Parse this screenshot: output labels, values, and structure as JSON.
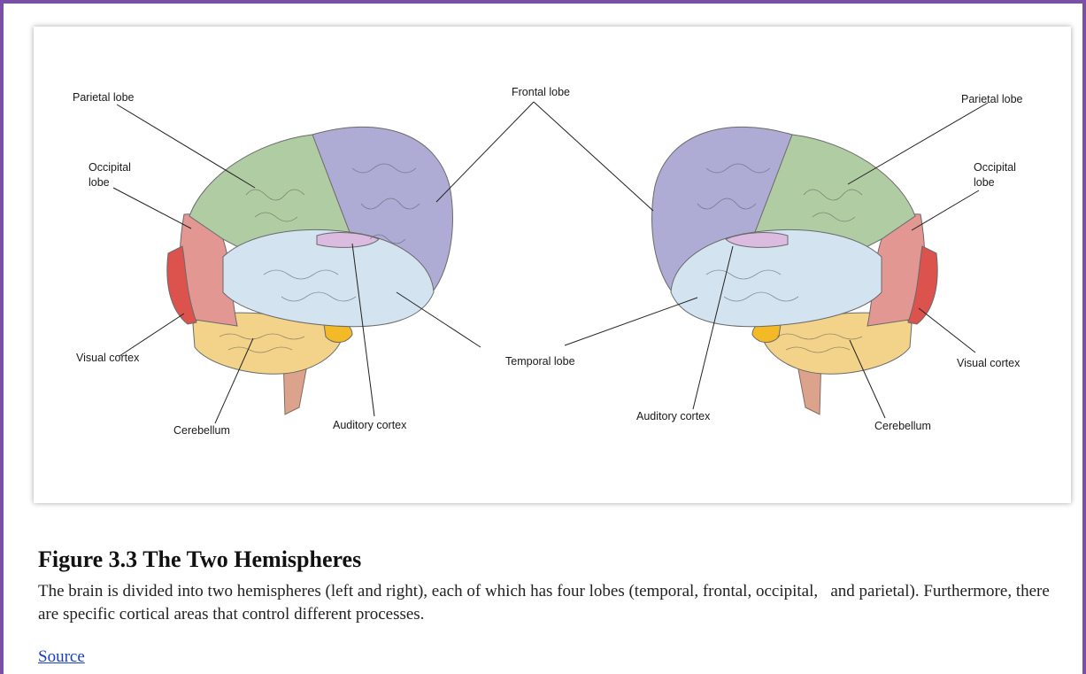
{
  "figure": {
    "labels_left": {
      "parietal": "Parietal lobe",
      "occipital_1": "Occipital",
      "occipital_2": "lobe",
      "frontal": "Frontal lobe",
      "visual": "Visual cortex",
      "temporal": "Temporal lobe",
      "cerebellum": "Cerebellum",
      "auditory": "Auditory cortex"
    },
    "labels_right": {
      "parietal": "Parietal lobe",
      "occipital_1": "Occipital",
      "occipital_2": "lobe",
      "visual": "Visual cortex",
      "cerebellum": "Cerebellum",
      "auditory": "Auditory cortex"
    },
    "colors": {
      "frontal": "#a6a3d0",
      "parietal": "#a8c79a",
      "occipital": "#e08c88",
      "visual": "#d9413a",
      "temporal": "#cfe1ef",
      "auditory": "#d9b4dd",
      "cerebellum": "#f2cf7e",
      "pons": "#f2b20f",
      "stem": "#d99a80",
      "frame": "#7a4fa6"
    }
  },
  "caption": {
    "title": "Figure 3.3 The Two Hemispheres",
    "body": "The brain is divided into two hemispheres (left and right), each of which has four lobes (temporal, frontal, occipital,   and parietal). Furthermore, there are specific cortical areas that control different processes.",
    "source": "Source"
  }
}
